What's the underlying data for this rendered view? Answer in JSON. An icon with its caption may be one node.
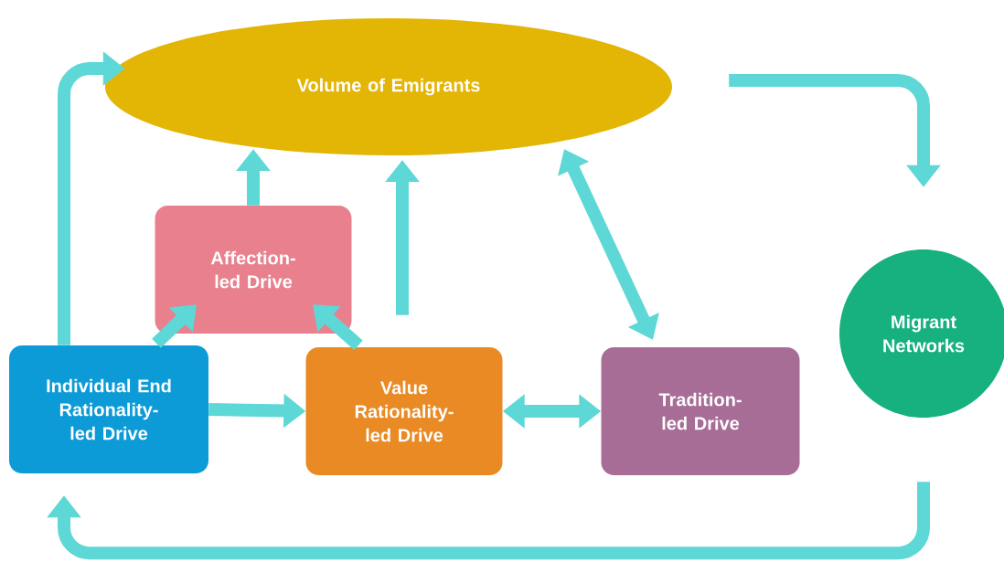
{
  "diagram": {
    "nodes": [
      {
        "text": [
          "Volume of Emigrants"
        ]
      },
      {
        "text": [
          "Affection-led Drive"
        ]
      },
      {
        "text": [
          "Individual End Rationality-led Drive"
        ]
      },
      {
        "text": [
          "Value Rationality-led Drive"
        ]
      },
      {
        "text": [
          "Tradition-led Drive"
        ]
      },
      {
        "text": [
          "Migrant Networks"
        ]
      }
    ],
    "edges": [
      {
        "from": 2,
        "to": 0,
        "arrow": "to"
      },
      {
        "from": 1,
        "to": 0,
        "arrow": "to"
      },
      {
        "from": 3,
        "to": 0,
        "arrow": "to"
      },
      {
        "from": 0,
        "to": 4,
        "arrow": "both"
      },
      {
        "from": 0,
        "to": 5,
        "arrow": "to"
      },
      {
        "from": 5,
        "to": 2,
        "arrow": "to"
      },
      {
        "from": 2,
        "to": 1,
        "arrow": "to"
      },
      {
        "from": 3,
        "to": 1,
        "arrow": "to"
      },
      {
        "from": 2,
        "to": 3,
        "arrow": "to"
      },
      {
        "from": 3,
        "to": 4,
        "arrow": "both"
      }
    ]
  }
}
